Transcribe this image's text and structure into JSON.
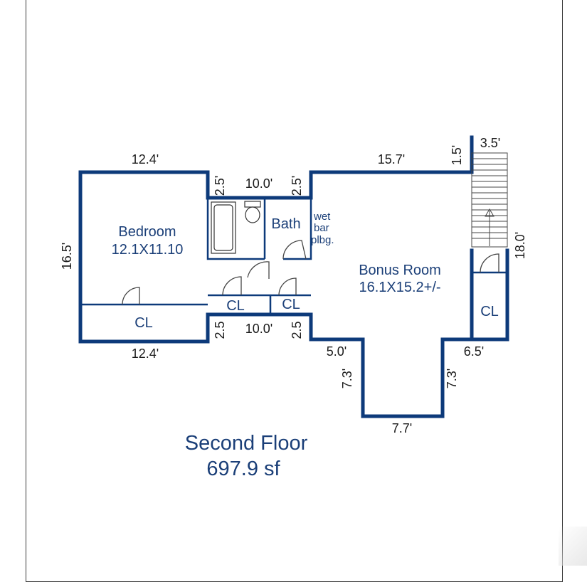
{
  "rooms": {
    "bedroom": {
      "name": "Bedroom",
      "size": "12.1X11.10"
    },
    "bath": {
      "name": "Bath"
    },
    "wet_bar": [
      "wet",
      "bar",
      "plbg."
    ],
    "bonus": {
      "name": "Bonus Room",
      "size": "16.1X15.2+/-"
    },
    "closet_label": "CL"
  },
  "dimensions": {
    "bedroom_top": "12.4'",
    "bedroom_bottom": "12.4'",
    "bedroom_side": "16.5'",
    "notch_top_left": "2.5'",
    "bath_width": "10.0'",
    "notch_top_right": "2.5'",
    "bonus_top": "15.7'",
    "stair_offset": "1.5'",
    "stair_width": "3.5'",
    "bonus_right": "18.0'",
    "notch_bottom_left": "2.5",
    "hall_width": "10.0'",
    "notch_bottom_right": "2.5",
    "bay_left_top": "5.0'",
    "bay_left_side": "7.3'",
    "bay_bottom": "7.7'",
    "bay_right_side": "7.3'",
    "bay_right_top": "6.5'"
  },
  "footer": {
    "title": "Second Floor",
    "area": "697.9 sf"
  },
  "colors": {
    "wall": "#0d3a7a",
    "label": "#1b3f78"
  }
}
